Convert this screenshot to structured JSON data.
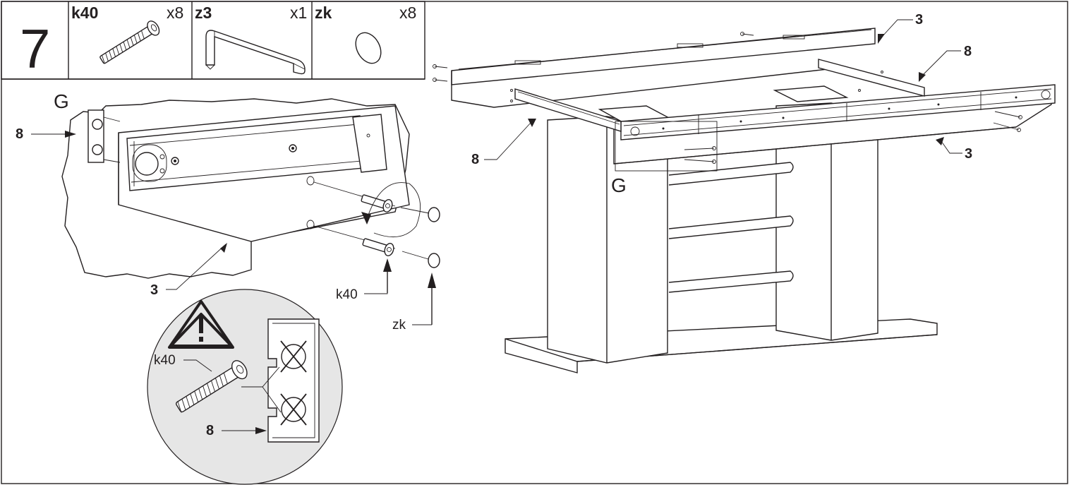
{
  "step": {
    "number": "7"
  },
  "parts": [
    {
      "code": "k40",
      "qty": "x8",
      "icon": "bolt-icon"
    },
    {
      "code": "z3",
      "qty": "x1",
      "icon": "hex-key-icon"
    },
    {
      "code": "zk",
      "qty": "x8",
      "icon": "cover-cap-icon"
    }
  ],
  "detail": {
    "view_label": "G",
    "rail_label": "8",
    "panel_label": "3",
    "bolt_label": "k40",
    "cap_label": "zk"
  },
  "warning": {
    "icon": "warning-triangle-icon",
    "bolt_label": "k40",
    "rail_label": "8"
  },
  "overview": {
    "label_3_top": "3",
    "label_8_right": "8",
    "label_8_left": "8",
    "label_3_right": "3",
    "detail_ref": "G"
  },
  "colors": {
    "line": "#231f20",
    "background": "#ffffff",
    "circle_fill": "#e6e6e6"
  }
}
